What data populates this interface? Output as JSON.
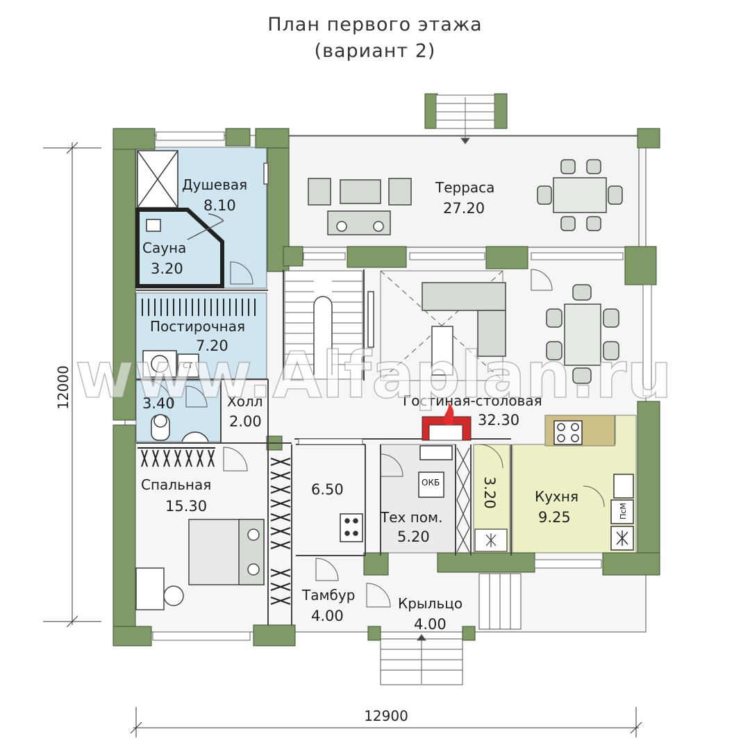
{
  "title": {
    "line1": "План первого этажа",
    "line2": "(вариант 2)"
  },
  "rooms": {
    "shower": {
      "name": "Душевая",
      "area": "8.10"
    },
    "sauna": {
      "name": "Сауна",
      "area": "3.20"
    },
    "laundry": {
      "name": "Постирочная",
      "area": "7.20"
    },
    "wc": {
      "area": "3.40"
    },
    "hall": {
      "name": "Холл",
      "area": "2.00"
    },
    "bedroom": {
      "name": "Спальная",
      "area": "15.30"
    },
    "closet": {
      "area": "6.50"
    },
    "tech": {
      "name": "Тех пом.",
      "area": "5.20"
    },
    "pantry": {
      "area": "3.20"
    },
    "kitchen": {
      "name": "Кухня",
      "area": "9.25"
    },
    "vestibule": {
      "name": "Тамбур",
      "area": "4.00"
    },
    "porch": {
      "name": "Крыльцо",
      "area": "4.00"
    },
    "terrace": {
      "name": "Терраса",
      "area": "27.20"
    },
    "living": {
      "name": "Гостиная-столовая",
      "area": "32.30"
    }
  },
  "appliances": {
    "boiler": "ОКБ",
    "washer": "СТ",
    "dishwasher": "ПсМ"
  },
  "dimensions": {
    "width": "12900",
    "height": "12000"
  },
  "watermark": "www.Alfaplan.ru",
  "colors": {
    "wall": "#7f9a67",
    "bath": "#cfe5ef",
    "kitchen": "#eef0c6",
    "floor": "#f6f6f6",
    "line": "#444444"
  }
}
